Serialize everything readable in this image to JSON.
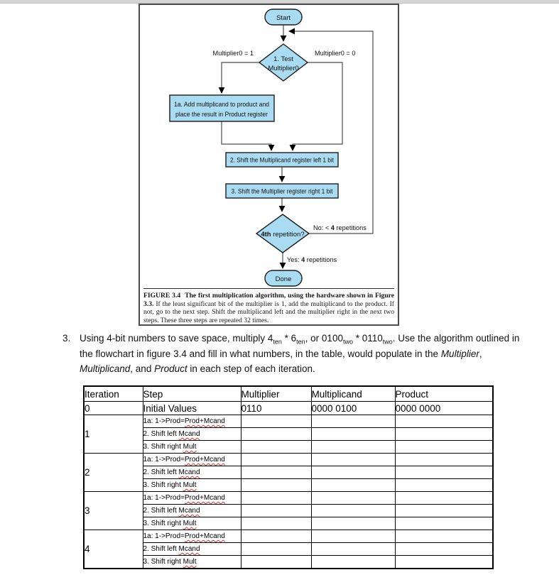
{
  "figure": {
    "flowchart": {
      "start": "Start",
      "done": "Done",
      "d1_line1": "1. Test",
      "d1_line2": "Multiplier0",
      "left_label": "Multiplier0 = 1",
      "right_label": "Multiplier0 = 0",
      "box1a_line1": "1a. Add multiplicand to product and",
      "box1a_line2": "place the result in Product register",
      "box2": "2. Shift the Multiplicand register left 1 bit",
      "box3": "3. Shift the Multiplier register right 1 bit",
      "d2_bold": "4th",
      "d2_rest": " repetition?",
      "no_pre": "No: < ",
      "no_num": "4",
      "no_post": " repetitions",
      "yes_pre": "Yes: ",
      "yes_num": "4",
      "yes_post": " repetitions",
      "shape_fill": "#a9dcf2",
      "shape_border": "#1c1c1c",
      "line_color": "#4d4d4d"
    },
    "caption": {
      "title": "FIGURE 3.4",
      "bold_title": "The first multiplication algorithm, using the hardware shown in Figure 3.3.",
      "body": " If the least significant bit of the multiplier is 1, add the multiplicand to the product. If not, go to the next step. Shift the multiplicand left and the multiplier right in the next two steps. These three steps are repeated 32 times."
    }
  },
  "question": {
    "number": "3.",
    "t1": "Using 4-bit numbers to save space, multiply 4",
    "sub1": "ten",
    "t2": " * 6",
    "sub2": "ten",
    "t3": ", or 0100",
    "sub3": "two",
    "t4": " * 0110",
    "sub4": "two",
    "t5": ". Use the algorithm outlined in the flowchart in figure 3.4 and fill in what numbers, in the table, would populate in the ",
    "it1": "Multiplier",
    "t6": ", ",
    "it2": "Multiplicand",
    "t7": ", and ",
    "it3": "Product",
    "t8": " in each step of each iteration."
  },
  "table": {
    "headers": [
      "Iteration",
      "Step",
      "Multiplier",
      "Multiplicand",
      "Product"
    ],
    "initial": [
      "0",
      "Initial Values",
      "0110",
      "0000 0100",
      "0000 0000"
    ],
    "iterations": [
      {
        "label": "1",
        "steps": [
          {
            "pre": "1a: 1->Prod=",
            "err": "Prod+Mcand"
          },
          {
            "pre": "2. Shift left ",
            "err": "Mcand"
          },
          {
            "pre": "3. Shift right ",
            "err": "Mult"
          }
        ]
      },
      {
        "label": "2",
        "steps": [
          {
            "pre": "1a: 1->Prod=",
            "err": "Prod+Mcand"
          },
          {
            "pre": "2. Shift left ",
            "err": "Mcand"
          },
          {
            "pre": "3. Shift right ",
            "err": "Mult"
          }
        ]
      },
      {
        "label": "3",
        "steps": [
          {
            "pre": "1a: 1->Prod=",
            "err": "Prod+Mcand"
          },
          {
            "pre": "2. Shift left ",
            "err": "Mcand"
          },
          {
            "pre": "3. Shift right ",
            "err": "Mult"
          }
        ]
      },
      {
        "label": "4",
        "steps": [
          {
            "pre": "1a: 1->Prod=",
            "err": "Prod+Mcand"
          },
          {
            "pre": "2. Shift left ",
            "err": "Mcand"
          },
          {
            "pre": "3. Shift right ",
            "err": "Mult"
          }
        ]
      }
    ]
  }
}
